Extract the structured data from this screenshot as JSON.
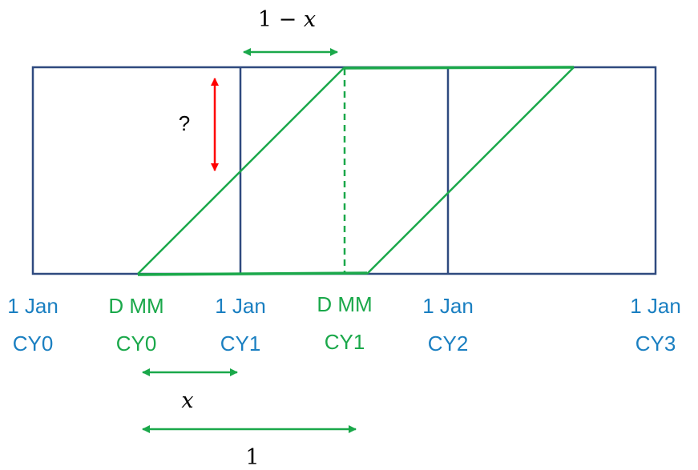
{
  "colors": {
    "box": "#2f4a7f",
    "green": "#1aa84a",
    "blue": "#1a7fc1",
    "red": "#ff0000"
  },
  "axis_labels": [
    {
      "line1": "1 Jan",
      "line2": "CY0",
      "color": "blue"
    },
    {
      "line1": "D MM",
      "line2": "CY0",
      "color": "green"
    },
    {
      "line1": "1 Jan",
      "line2": "CY1",
      "color": "blue"
    },
    {
      "line1": "D MM",
      "line2": "CY1",
      "color": "green"
    },
    {
      "line1": "1 Jan",
      "line2": "CY2",
      "color": "blue"
    },
    {
      "line1": "1 Jan",
      "line2": "CY3",
      "color": "blue"
    }
  ],
  "annotations": {
    "top_interval": {
      "prefix": "1 − ",
      "var": "x"
    },
    "question_mark": "?",
    "lower_interval_x": "x",
    "lower_interval_one": "1"
  }
}
